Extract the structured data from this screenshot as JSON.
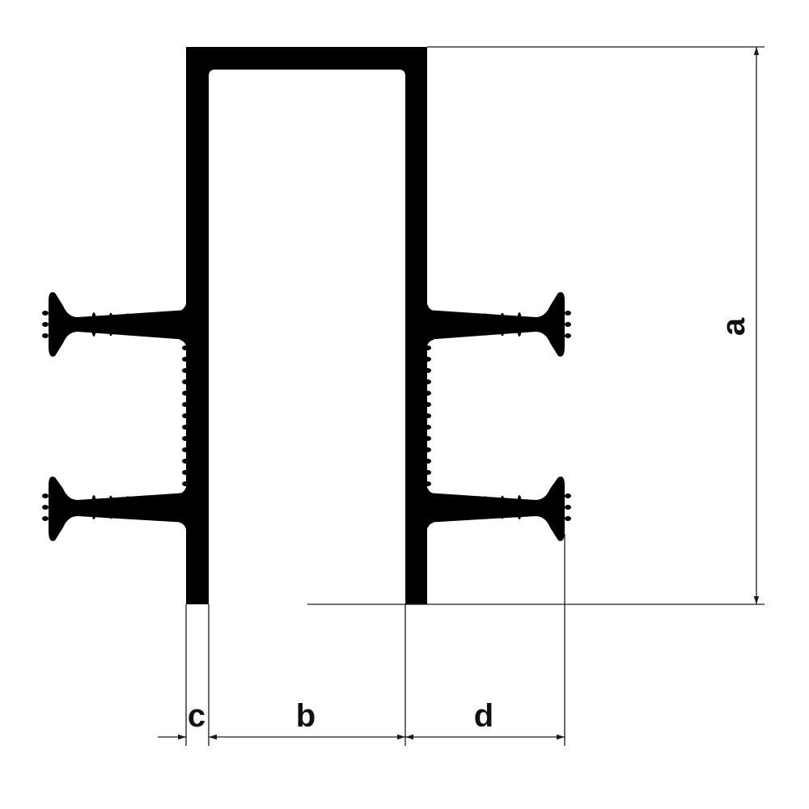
{
  "diagram": {
    "labels": {
      "a": "a",
      "b": "b",
      "c": "c",
      "d": "d"
    },
    "colors": {
      "profile": "#000000",
      "dimension": "#1a1a1a",
      "background": "#ffffff"
    }
  }
}
